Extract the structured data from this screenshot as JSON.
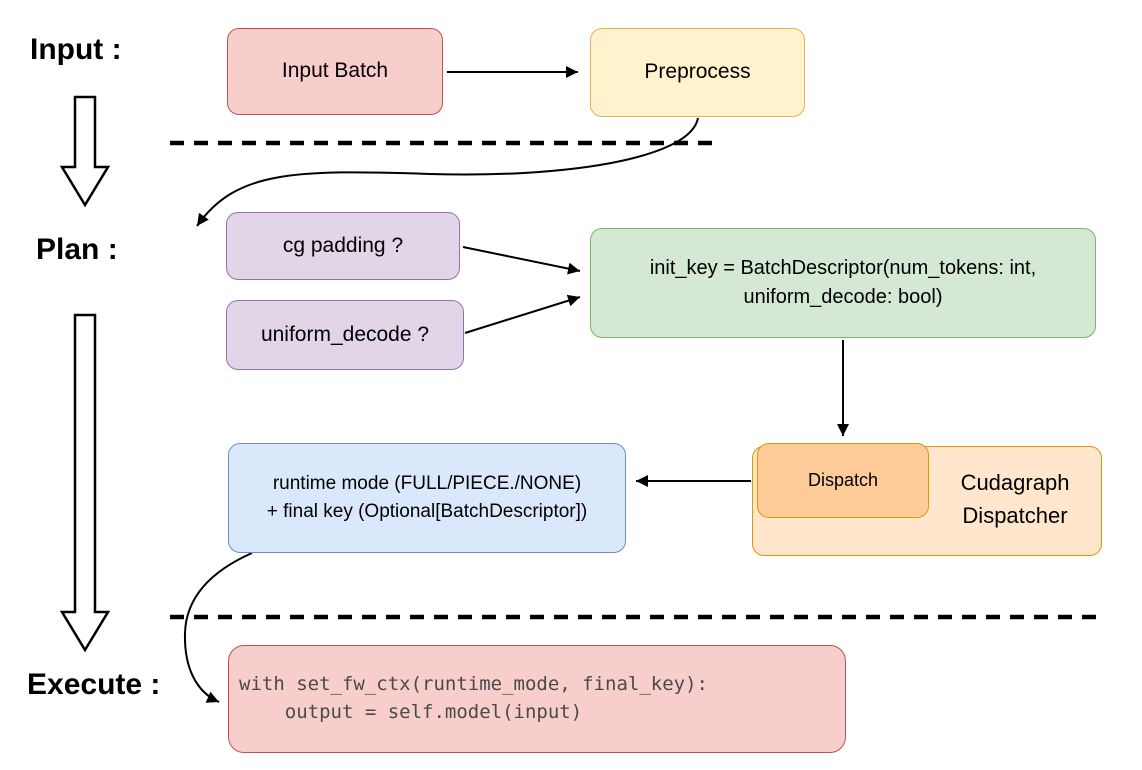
{
  "stages": {
    "input": "Input :",
    "plan": "Plan :",
    "execute": "Execute :"
  },
  "nodes": {
    "input_batch": "Input Batch",
    "preprocess": "Preprocess",
    "cg_padding": "cg padding ?",
    "uniform_decode": "uniform_decode ?",
    "init_key_line1": "init_key = BatchDescriptor(num_tokens: int,",
    "init_key_line2": "uniform_decode: bool)",
    "dispatch": "Dispatch",
    "cudagraph_dispatcher_line1": "Cudagraph",
    "cudagraph_dispatcher_line2": "Dispatcher",
    "runtime_mode_line1": "runtime mode (FULL/PIECE./NONE)",
    "runtime_mode_line2": "+ final key (Optional[BatchDescriptor])",
    "code_line1": "with set_fw_ctx(runtime_mode, final_key):",
    "code_line2": "    output = self.model(input)"
  },
  "colors": {
    "red_fill": "#f8cecc",
    "red_stroke": "#b85450",
    "yellow_fill": "#fff2cc",
    "yellow_stroke": "#d6b656",
    "purple_fill": "#e1d5e7",
    "purple_stroke": "#9673a6",
    "green_fill": "#d5e8d4",
    "green_stroke": "#82b366",
    "blue_fill": "#dae8fc",
    "blue_stroke": "#6c8ebf",
    "orange_fill": "#ffe6cc",
    "orange_dark_fill": "#ffcc99",
    "orange_stroke": "#d79b00",
    "connector_color": "#000000",
    "code_text_color": "#4a4a4a"
  }
}
